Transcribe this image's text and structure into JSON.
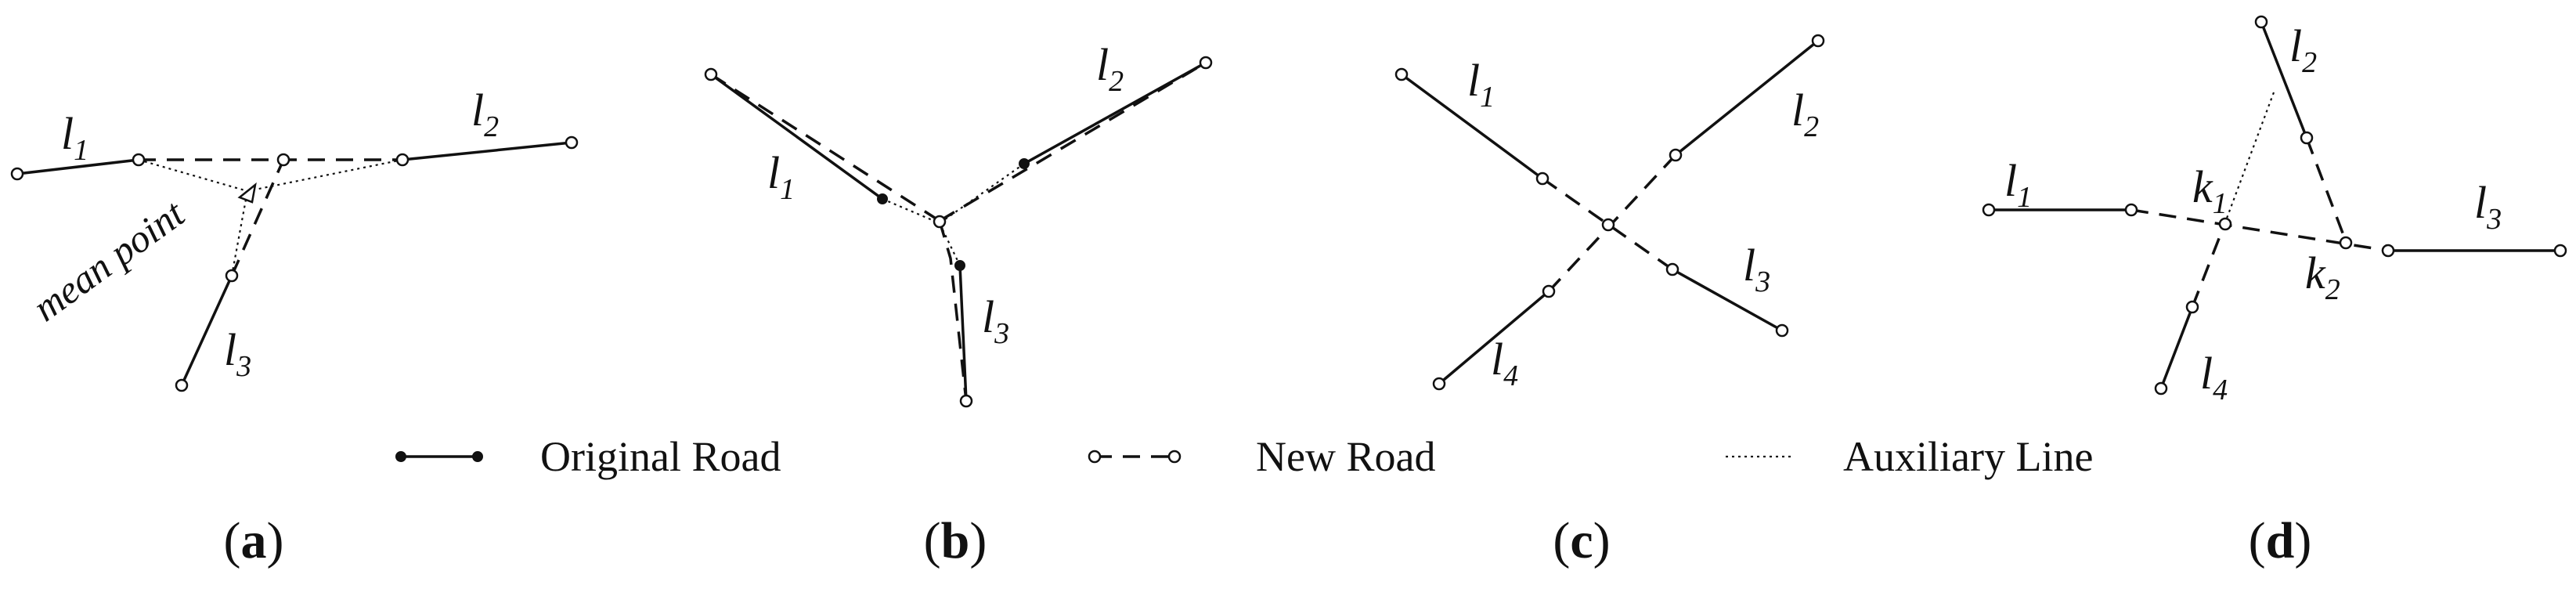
{
  "panels": {
    "a": {
      "tag": "a",
      "labels": {
        "l1": {
          "base": "l",
          "sub": "1"
        },
        "l2": {
          "base": "l",
          "sub": "2"
        },
        "l3": {
          "base": "l",
          "sub": "3"
        }
      },
      "mean_point": "mean point"
    },
    "b": {
      "tag": "b",
      "labels": {
        "l1": {
          "base": "l",
          "sub": "1"
        },
        "l2": {
          "base": "l",
          "sub": "2"
        },
        "l3": {
          "base": "l",
          "sub": "3"
        }
      }
    },
    "c": {
      "tag": "c",
      "labels": {
        "l1": {
          "base": "l",
          "sub": "1"
        },
        "l2": {
          "base": "l",
          "sub": "2"
        },
        "l3": {
          "base": "l",
          "sub": "3"
        },
        "l4": {
          "base": "l",
          "sub": "4"
        }
      }
    },
    "d": {
      "tag": "d",
      "labels": {
        "l1": {
          "base": "l",
          "sub": "1"
        },
        "l2": {
          "base": "l",
          "sub": "2"
        },
        "l3": {
          "base": "l",
          "sub": "3"
        },
        "l4": {
          "base": "l",
          "sub": "4"
        },
        "k1": {
          "base": "k",
          "sub": "1"
        },
        "k2": {
          "base": "k",
          "sub": "2"
        }
      }
    }
  },
  "legend": {
    "original_road": "Original Road",
    "new_road": "New Road",
    "auxiliary_line": "Auxiliary Line"
  }
}
